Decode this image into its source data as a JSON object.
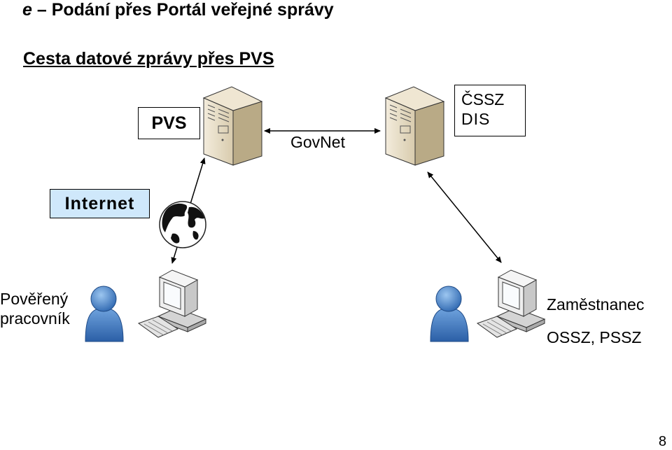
{
  "title": {
    "prefix": "e",
    "text": " – Podání přes Portál veřejné správy"
  },
  "subtitle": "Cesta datové zprávy přes PVS",
  "nodes": {
    "pvs_label": "PVS",
    "cssz_line1": "ČSSZ",
    "cssz_line2": "DIS",
    "internet_label": "Internet",
    "govnet_label": "GovNet",
    "left_user_line1": "Pověřený",
    "left_user_line2": "pracovník",
    "right_user_line1": "Zaměstnanec",
    "right_user_line2": "OSSZ, PSSZ"
  },
  "page_number": "8",
  "colors": {
    "internet_box_bg": "#cfe8fb",
    "person": "#3f7fc6",
    "server": "#e8ddc4",
    "computer": "#e6e6e6"
  }
}
